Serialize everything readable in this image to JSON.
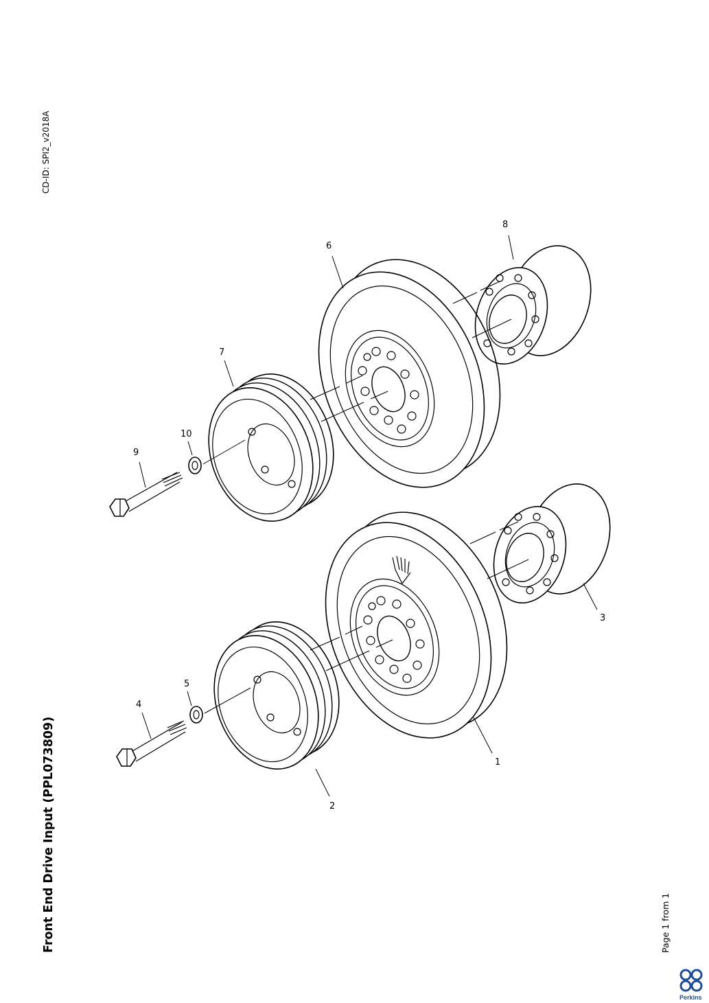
{
  "header": {
    "title": "Front End Drive Input (PPL073809)",
    "cd_id": "CD-ID: SPI2_v2018A"
  },
  "footer": {
    "page_info": "Page 1 from 1",
    "logo_text": "Perkins"
  },
  "diagram": {
    "callouts": [
      "1",
      "2",
      "3",
      "4",
      "5",
      "6",
      "7",
      "8",
      "9",
      "10"
    ],
    "line_color": "#000000",
    "brand_color": "#1f4e96"
  }
}
